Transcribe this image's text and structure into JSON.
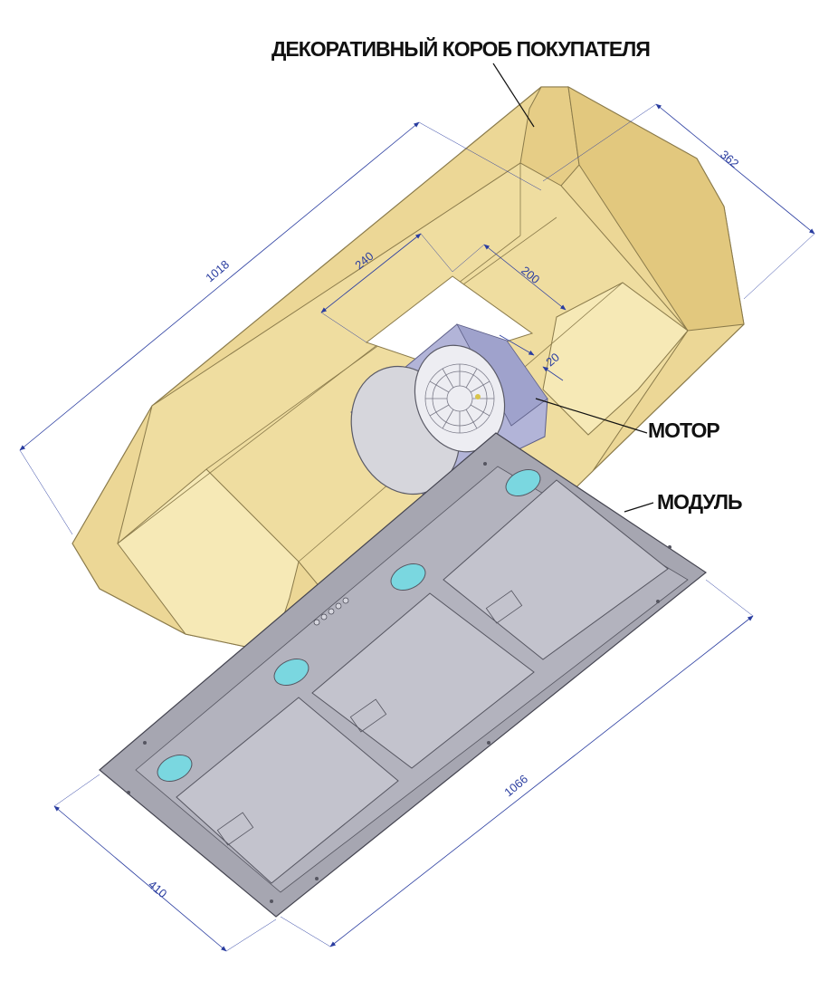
{
  "labels": {
    "box": "ДЕКОРАТИВНЫЙ КОРОБ ПОКУПАТЕЛЯ",
    "motor": "МОТОР",
    "module": "МОДУЛЬ"
  },
  "dimensions": {
    "d1018": "1018",
    "d362": "362",
    "d240": "240",
    "d200": "200",
    "d20": "20",
    "d1066": "1066",
    "d410": "410"
  },
  "colors": {
    "box_fill": "#ecd796",
    "box_side": "#e2c87e",
    "box_inner": "#f6e9b6",
    "box_stroke": "#8a7a4a",
    "module_frame": "#a6a6b1",
    "module_panel": "#c3c3cd",
    "light": "#7ad7e0",
    "dim_line": "#2a3da0"
  }
}
